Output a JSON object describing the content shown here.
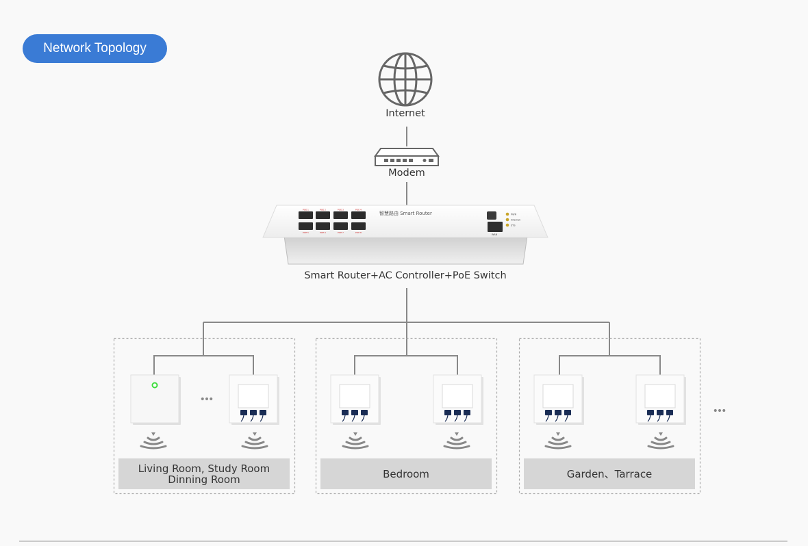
{
  "header": {
    "badge_label": "Network Topology"
  },
  "nodes": {
    "internet_label": "Internet",
    "modem_label": "Modem",
    "router_label": "Smart Router+AC Controller+PoE Switch"
  },
  "router_faceplate": {
    "brand_text": "智慧路由 Smart Router",
    "top_port_labels": [
      "POE 1",
      "POE 2",
      "POE 3",
      "POE 4"
    ],
    "bottom_port_labels": [
      "POE 5",
      "POE 6",
      "POE 7",
      "POE 8"
    ],
    "side_port_label": "WAN",
    "led_labels": [
      "PWR",
      "Internet",
      "SYS"
    ]
  },
  "groups": [
    {
      "room_lines": [
        "Living Room, Study Room",
        "Dinning Room"
      ]
    },
    {
      "room_lines": [
        "Bedroom"
      ]
    },
    {
      "room_lines": [
        "Garden、Tarrace"
      ]
    }
  ],
  "more_glyph": "•••",
  "colors": {
    "badge": "#3a7bd5",
    "line": "#888888",
    "room_bar": "#d6d6d6",
    "led": "#3ddc3d"
  }
}
